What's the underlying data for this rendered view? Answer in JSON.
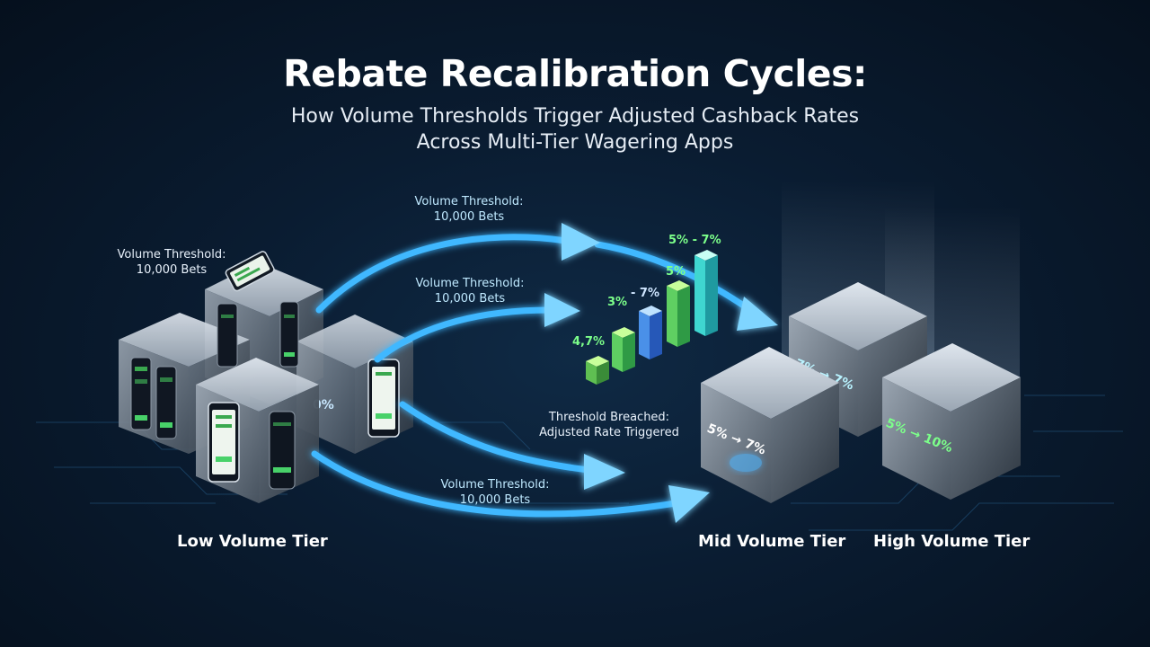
{
  "title": "Rebate Recalibration Cycles:",
  "subtitle_line1": "How Volume Thresholds Trigger Adjusted Cashback Rates",
  "subtitle_line2": "Across Multi-Tier Wagering Apps",
  "threshold_labels": {
    "left": {
      "line1": "Volume Threshold:",
      "line2": "10,000 Bets"
    },
    "top": {
      "line1": "Volume Threshold:",
      "line2": "10,000 Bets"
    },
    "middle": {
      "line1": "Volume Threshold:",
      "line2": "10,000 Bets"
    },
    "bottom": {
      "line1": "Volume Threshold:",
      "line2": "10,000 Bets"
    }
  },
  "breach_label": {
    "line1": "Threshold Breached:",
    "line2": "Adjusted Rate Triggered"
  },
  "bar_labels": {
    "b1": "4,7%",
    "b2": "3%",
    "b3": "- 7%",
    "b4": "5%",
    "b5": "5% - 7%"
  },
  "cube_labels": {
    "low_partial": "0%",
    "mid": "5% → 7%",
    "back": "7% → 7%",
    "high": "5% → 10%"
  },
  "tiers": {
    "low": "Low Volume Tier",
    "mid": "Mid Volume Tier",
    "high": "High Volume Tier"
  },
  "colors": {
    "arrow": "#3fb8ff",
    "accent_green": "#7CFF8A",
    "background": "#0a1c31"
  }
}
